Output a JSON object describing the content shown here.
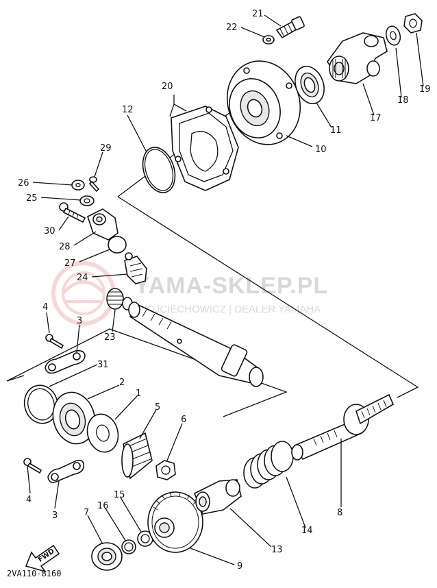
{
  "watermark": {
    "brand": "YAMA-SKLEP.PL",
    "subtitle": "WOJCIECHOWICZ | DEALER YAMAHA"
  },
  "diagram_code": "2VA110-8160",
  "fwd_label": "FWD",
  "callouts": [
    {
      "id": "c21",
      "label": "21"
    },
    {
      "id": "c22",
      "label": "22"
    },
    {
      "id": "c20",
      "label": "20"
    },
    {
      "id": "c12",
      "label": "12"
    },
    {
      "id": "c29",
      "label": "29"
    },
    {
      "id": "c26",
      "label": "26"
    },
    {
      "id": "c25",
      "label": "25"
    },
    {
      "id": "c30",
      "label": "30"
    },
    {
      "id": "c28",
      "label": "28"
    },
    {
      "id": "c27",
      "label": "27"
    },
    {
      "id": "c24",
      "label": "24"
    },
    {
      "id": "c23",
      "label": "23"
    },
    {
      "id": "c4a",
      "label": "4"
    },
    {
      "id": "c3a",
      "label": "3"
    },
    {
      "id": "c31",
      "label": "31"
    },
    {
      "id": "c2",
      "label": "2"
    },
    {
      "id": "c1",
      "label": "1"
    },
    {
      "id": "c5",
      "label": "5"
    },
    {
      "id": "c6",
      "label": "6"
    },
    {
      "id": "c4b",
      "label": "4"
    },
    {
      "id": "c3b",
      "label": "3"
    },
    {
      "id": "c7",
      "label": "7"
    },
    {
      "id": "c16",
      "label": "16"
    },
    {
      "id": "c15",
      "label": "15"
    },
    {
      "id": "c9",
      "label": "9"
    },
    {
      "id": "c13",
      "label": "13"
    },
    {
      "id": "c14",
      "label": "14"
    },
    {
      "id": "c8",
      "label": "8"
    },
    {
      "id": "c10",
      "label": "10"
    },
    {
      "id": "c11",
      "label": "11"
    },
    {
      "id": "c17",
      "label": "17"
    },
    {
      "id": "c18",
      "label": "18"
    },
    {
      "id": "c19",
      "label": "19"
    }
  ],
  "colors": {
    "ink": "#111111",
    "watermark": "#d8d8d8",
    "watermark_logo": "#f2c9c9"
  }
}
